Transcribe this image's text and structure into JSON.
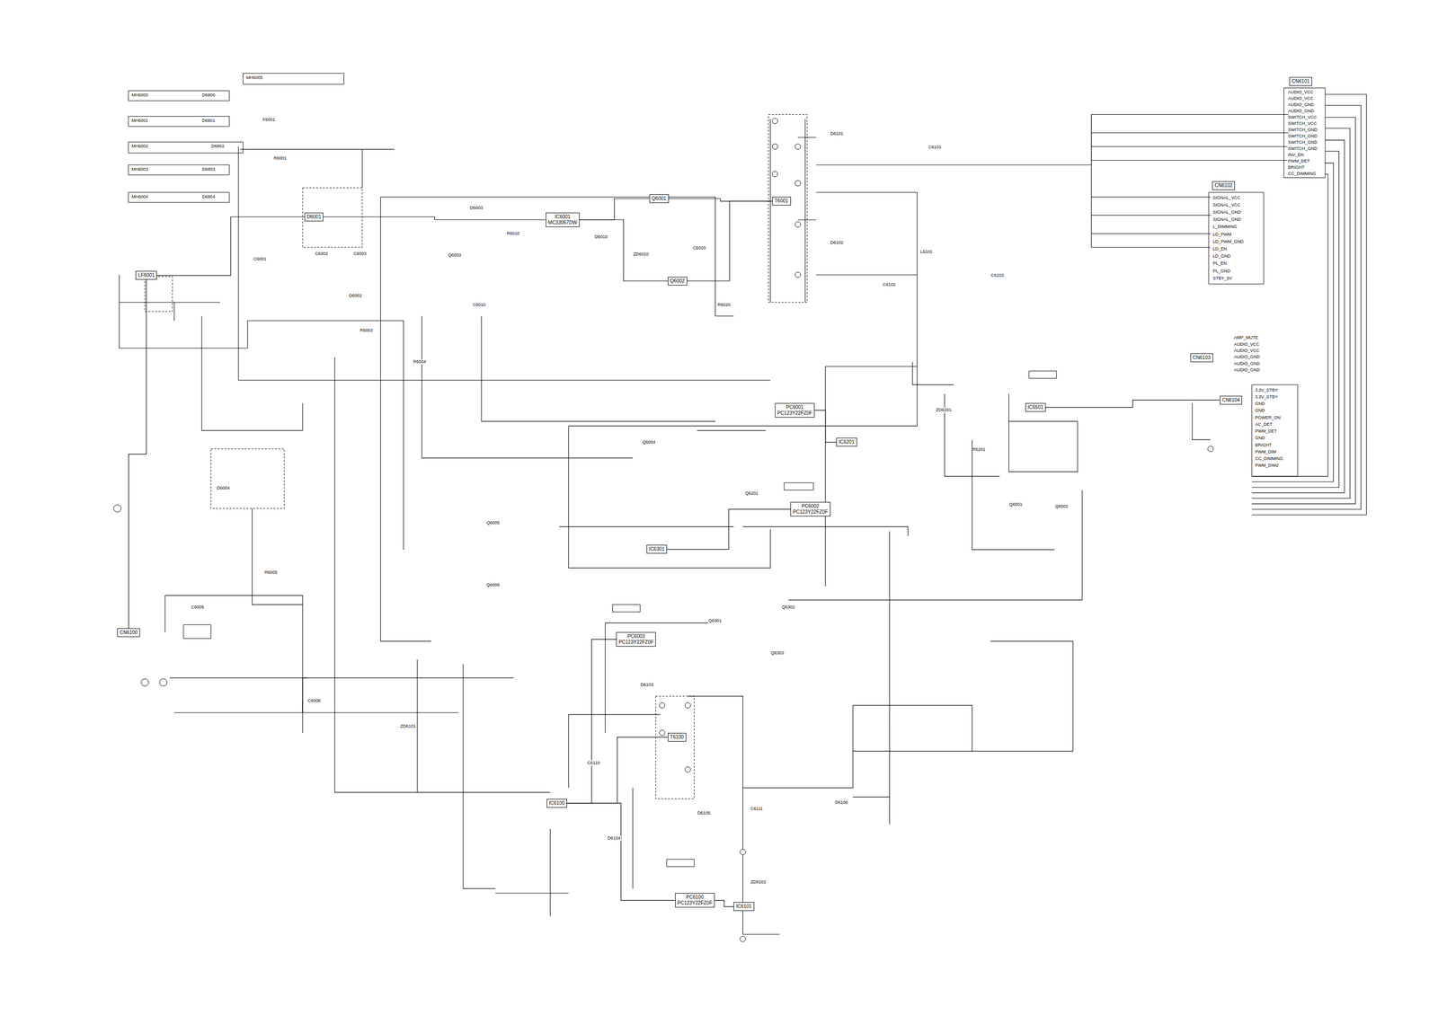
{
  "diagram": {
    "nodes": [
      {
        "text": [
          "CN6100"
        ]
      },
      {
        "text": [
          "LF6001"
        ]
      },
      {
        "text": [
          "D6001"
        ]
      },
      {
        "text": [
          "IC6001",
          "MC33067DW"
        ]
      },
      {
        "text": [
          "Q6001"
        ]
      },
      {
        "text": [
          "Q6002"
        ]
      },
      {
        "text": [
          "T6001"
        ]
      },
      {
        "text": [
          "PC6001",
          "PC123Y22FZ0F"
        ]
      },
      {
        "text": [
          "IC6201"
        ]
      },
      {
        "text": [
          "PC6002",
          "PC123Y22FZ0F"
        ]
      },
      {
        "text": [
          "IC6301"
        ]
      },
      {
        "text": [
          "PC6003",
          "PC123Y22FZ0F"
        ]
      },
      {
        "text": [
          "T6100"
        ]
      },
      {
        "text": [
          "IC6100"
        ]
      },
      {
        "text": [
          "PC6100",
          "PC123Y22FZ0F"
        ]
      },
      {
        "text": [
          "IC6101"
        ]
      },
      {
        "text": [
          "IC6501"
        ]
      },
      {
        "text": [
          "CN6101"
        ]
      },
      {
        "text": [
          "CN6102"
        ]
      },
      {
        "text": [
          "CN6103"
        ]
      },
      {
        "text": [
          "CN6104"
        ]
      }
    ],
    "edges": [
      {
        "from": 0,
        "to": 1,
        "arrow": "none"
      },
      {
        "from": 1,
        "to": 2,
        "arrow": "none"
      },
      {
        "from": 2,
        "to": 3,
        "arrow": "none"
      },
      {
        "from": 3,
        "to": 4,
        "arrow": "none"
      },
      {
        "from": 3,
        "to": 5,
        "arrow": "none"
      },
      {
        "from": 4,
        "to": 6,
        "arrow": "none"
      },
      {
        "from": 5,
        "to": 6,
        "arrow": "none"
      },
      {
        "from": 7,
        "to": 8,
        "arrow": "none"
      },
      {
        "from": 10,
        "to": 9,
        "arrow": "none"
      },
      {
        "from": 11,
        "to": 13,
        "arrow": "none"
      },
      {
        "from": 12,
        "to": 13,
        "arrow": "none"
      },
      {
        "from": 13,
        "to": 14,
        "arrow": "none"
      },
      {
        "from": 14,
        "to": 15,
        "arrow": "none"
      },
      {
        "from": 16,
        "to": 20,
        "arrow": "none"
      }
    ],
    "labels": [
      "MH6005",
      "MH6000",
      "D6800",
      "MH6001",
      "D6801",
      "MH6002",
      "D6802",
      "MH6003",
      "D6803",
      "MH6004",
      "D6804",
      "F6001",
      "R6001",
      "C6001",
      "C6002",
      "C6003",
      "R6003",
      "D6002",
      "R6004",
      "Q6003",
      "D6003",
      "R6010",
      "C6010",
      "D6010",
      "ZD6010",
      "C6020",
      "R6020",
      "D6101",
      "D6102",
      "C6101",
      "C6102",
      "L6101",
      "C6103",
      "Q6004",
      "Q6005",
      "Q6006",
      "Q6201",
      "ZD6201",
      "R6201",
      "Q6501",
      "Q6502",
      "Q6301",
      "Q6302",
      "Q6303",
      "ZD6101",
      "D6103",
      "C6110",
      "D6104",
      "D6105",
      "D6106",
      "C6111",
      "ZD6102",
      "C6005",
      "C6006",
      "R6005",
      "D6004",
      "AUDIO_VCC",
      "AUDIO_VCC",
      "AUDIO_GND",
      "AUDIO_GND",
      "SWITCH_VCC",
      "SWITCH_VCC",
      "SWITCH_GND",
      "SWITCH_GND",
      "SWITCH_GND",
      "SWITCH_GND",
      "INV_EN",
      "PWM_DET",
      "BRIGHT",
      "CC_DIMMING",
      "SIGNAL_VCC",
      "SIGNAL_VCC",
      "SIGNAL_GND",
      "SIGNAL_GND",
      "L_DIMMING",
      "LD_PWM",
      "LD_PWM_GND",
      "LD_EN",
      "LD_GND",
      "PL_EN",
      "PL_GND",
      "STBY_5V",
      "AMP_MUTE",
      "AUDIO_VCC",
      "AUDIO_VCC",
      "AUDIO_GND",
      "AUDIO_GND",
      "AUDIO_GND",
      "3.3V_STBY",
      "3.3V_STBY",
      "GND",
      "GND",
      "POWER_ON",
      "AC_DET",
      "PWM_DET",
      "GND",
      "BRIGHT",
      "PWM_DIM",
      "CC_DIMMING",
      "PWM_DIM2"
    ]
  }
}
